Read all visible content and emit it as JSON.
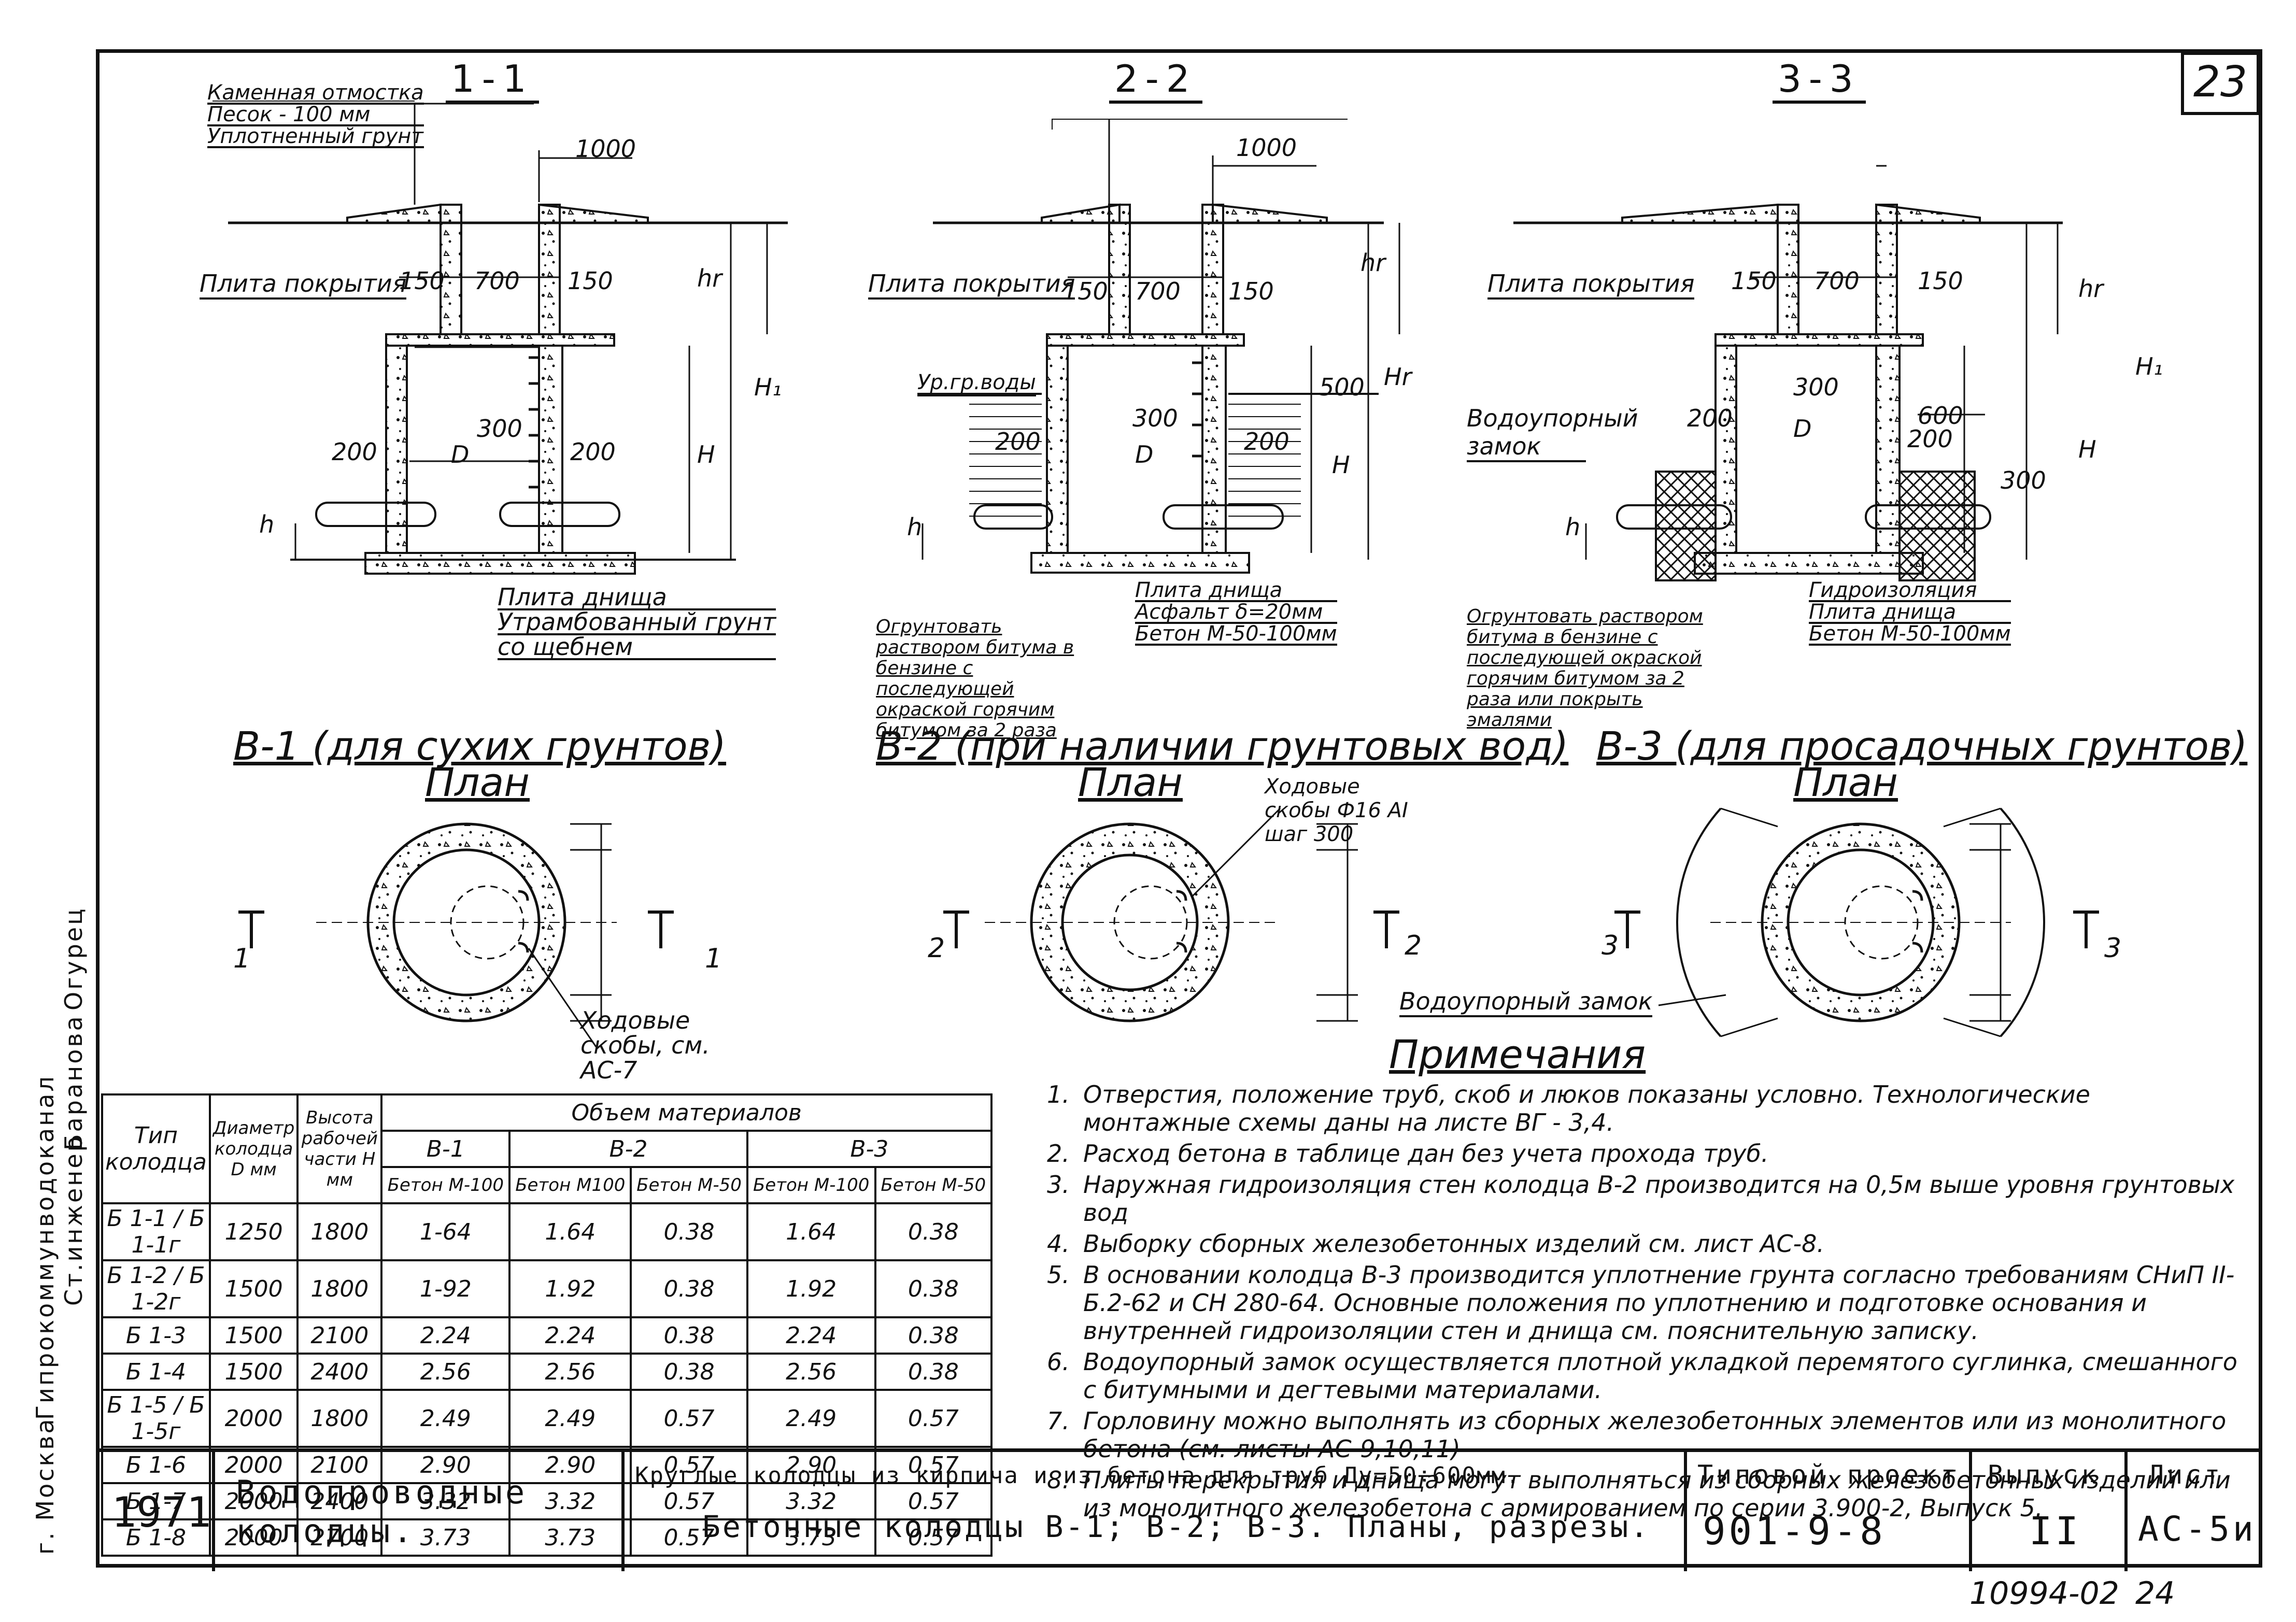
{
  "sheet_number": "23",
  "sections": [
    {
      "title": "1-1",
      "cover": "Плита покрытия",
      "top_labels": [
        "Каменная отмостка",
        "Песок - 100 мм",
        "Уплотненный грунт"
      ],
      "bottom_labels": [
        "Плита днища",
        "Утрамбованный грунт",
        "со щебнем"
      ]
    },
    {
      "title": "2-2",
      "cover": "Плита покрытия",
      "water": "Ур.гр.воды",
      "left_labels": [
        "Огрунтовать раствором битума в бензине с последующей окраской горячим битумом за 2 раза"
      ],
      "bottom_labels": [
        "Плита днища",
        "Асфальт δ=20мм",
        "Бетон М-50-100мм"
      ]
    },
    {
      "title": "3-3",
      "cover": "Плита покрытия",
      "lock": "Водоупорный замок",
      "left_labels": [
        "Огрунтовать раствором битума в бензине с последующей окраской горячим битумом за 2 раза или покрыть эмалями"
      ],
      "bottom_labels": [
        "Гидроизоляция",
        "Плита днища",
        "Бетон М-50-100мм"
      ]
    }
  ],
  "dims": {
    "d1000": "1000",
    "d150": "150",
    "d700": "700",
    "d200": "200",
    "d300": "300",
    "d500": "500",
    "d600": "600",
    "D": "D",
    "H": "H",
    "H1": "H₁",
    "hr": "hr",
    "Hr": "Hr",
    "h": "h"
  },
  "plans": [
    {
      "title": "В-1 (для сухих грунтов)",
      "sub": "План",
      "cut_left": "1",
      "cut_right": "1",
      "callout": "Ходовые скобы, см. АС-7"
    },
    {
      "title": "В-2 (при наличии грунтовых вод)",
      "sub": "План",
      "cut_left": "2",
      "cut_right": "2",
      "callout": "Ходовые скобы Ф16 АI шаг 300"
    },
    {
      "title": "В-3 (для просадочных грунтов)",
      "sub": "План",
      "cut_left": "3",
      "cut_right": "3",
      "callout": "Водоупорный замок"
    }
  ],
  "table": {
    "head_type": "Тип колодца",
    "head_diam": "Диаметр колодца D мм",
    "head_height": "Высота рабочей части H мм",
    "head_volume": "Объем материалов",
    "groups": [
      "В-1",
      "В-2",
      "В-3"
    ],
    "subheads": [
      "Бетон М-100",
      "Бетон М100",
      "Бетон М-50",
      "Бетон М-100",
      "Бетон М-50"
    ],
    "rows": [
      {
        "type": "Б 1-1 / Б 1-1г",
        "d": "1250",
        "h": "1800",
        "v": [
          "1-64",
          "1.64",
          "0.38",
          "1.64",
          "0.38"
        ]
      },
      {
        "type": "Б 1-2 / Б 1-2г",
        "d": "1500",
        "h": "1800",
        "v": [
          "1-92",
          "1.92",
          "0.38",
          "1.92",
          "0.38"
        ]
      },
      {
        "type": "Б 1-3",
        "d": "1500",
        "h": "2100",
        "v": [
          "2.24",
          "2.24",
          "0.38",
          "2.24",
          "0.38"
        ]
      },
      {
        "type": "Б 1-4",
        "d": "1500",
        "h": "2400",
        "v": [
          "2.56",
          "2.56",
          "0.38",
          "2.56",
          "0.38"
        ]
      },
      {
        "type": "Б 1-5 / Б 1-5г",
        "d": "2000",
        "h": "1800",
        "v": [
          "2.49",
          "2.49",
          "0.57",
          "2.49",
          "0.57"
        ]
      },
      {
        "type": "Б 1-6",
        "d": "2000",
        "h": "2100",
        "v": [
          "2.90",
          "2.90",
          "0.57",
          "2.90",
          "0.57"
        ]
      },
      {
        "type": "Б 1-7",
        "d": "2000",
        "h": "2400",
        "v": [
          "3.32",
          "3.32",
          "0.57",
          "3.32",
          "0.57"
        ]
      },
      {
        "type": "Б 1-8",
        "d": "2000",
        "h": "2700",
        "v": [
          "3.73",
          "3.73",
          "0.57",
          "3.73",
          "0.57"
        ]
      }
    ]
  },
  "notes_title": "Примечания",
  "notes": [
    {
      "n": "1.",
      "t": "Отверстия, положение труб, скоб и люков показаны условно. Технологические монтажные схемы даны на листе ВГ - 3,4."
    },
    {
      "n": "2.",
      "t": "Расход бетона в таблице дан без учета прохода труб."
    },
    {
      "n": "3.",
      "t": "Наружная гидроизоляция стен колодца В-2 производится на 0,5м выше уровня грунтовых вод"
    },
    {
      "n": "4.",
      "t": "Выборку сборных железобетонных изделий см. лист АС-8."
    },
    {
      "n": "5.",
      "t": "В основании колодца В-3 производится уплотнение грунта согласно требованиям СНиП II-Б.2-62 и СН 280-64. Основные положения по уплотнению и подготовке основания и внутренней гидроизоляции стен и днища см. пояснительную записку."
    },
    {
      "n": "6.",
      "t": "Водоупорный замок осуществляется плотной укладкой перемятого суглинка, смешанного с битумными и дегтевыми материалами."
    },
    {
      "n": "7.",
      "t": "Горловину можно выполнять из сборных железобетонных элементов или из монолитного бетона (см. листы АС-9,10,11)"
    },
    {
      "n": "8.",
      "t": "Плиты перекрытия и днища могут выполняться из сборных железобетонных изделий или из монолитного железобетона с армированием по серии 3.900-2, Выпуск 5."
    }
  ],
  "stamp": {
    "year": "1971",
    "name": "Водопроводные колодцы.",
    "desc1": "Круглые колодцы из кирпича и из бетона для труб Ду=50÷600мм.",
    "desc2": "Бетонные колодцы В-1; В-2; В-3. Планы, разрезы.",
    "proj_label": "Типовой проект",
    "proj": "901-9-8",
    "issue_label": "Выпуск",
    "issue": "II",
    "sheet_label": "Лист",
    "sheet": "АС-5и"
  },
  "inventory": "10994-02",
  "inventory_page": "24",
  "side": {
    "org": "г. Москва",
    "dept": "Гипрокоммунводоканал",
    "eng": "Ст.инженер",
    "name": "Баранова",
    "sign": "Огурец"
  }
}
